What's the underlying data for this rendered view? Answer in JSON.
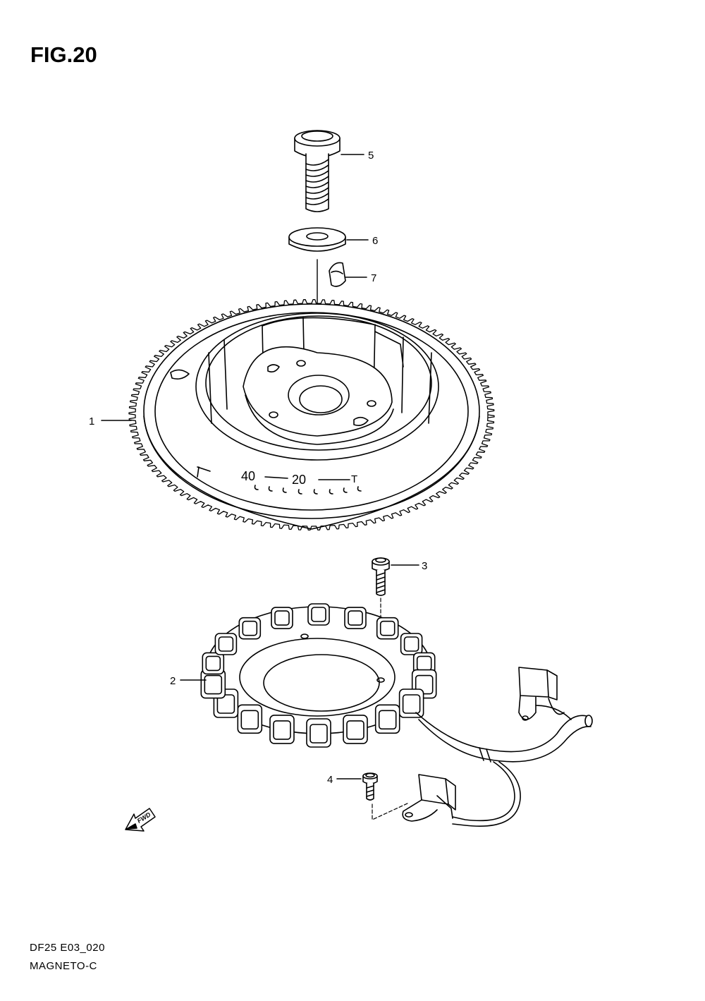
{
  "figure": {
    "title": "FIG.20",
    "code": "DF25 E03_020",
    "name": "MAGNETO-C"
  },
  "callouts": [
    {
      "id": "1"
    },
    {
      "id": "2"
    },
    {
      "id": "3"
    },
    {
      "id": "4"
    },
    {
      "id": "5"
    },
    {
      "id": "6"
    },
    {
      "id": "7"
    }
  ],
  "flywheel_marks": {
    "mark_40": "40",
    "mark_20": "20",
    "mark_t": "T"
  },
  "direction_arrow": {
    "label": "FWD"
  }
}
